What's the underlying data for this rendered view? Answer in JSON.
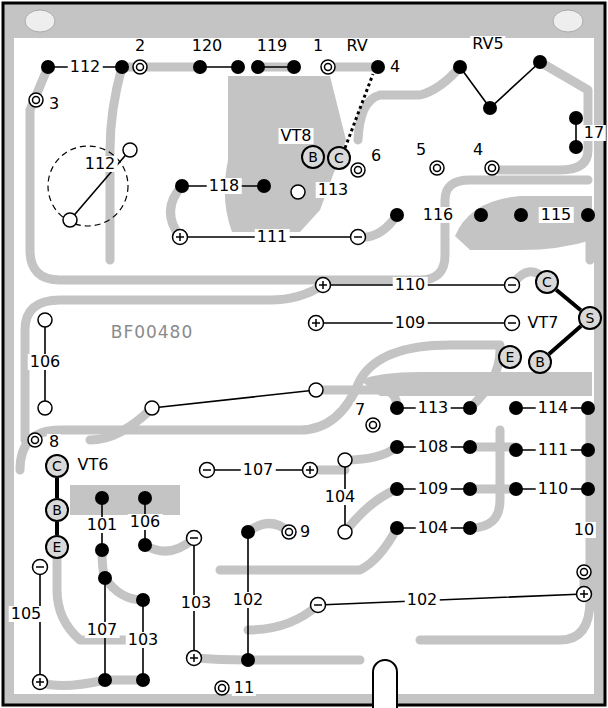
{
  "diagram": {
    "nodes": [
      {
        "text": [
          "B"
        ]
      },
      {
        "text": [
          "C"
        ]
      },
      {
        "text": [
          "C"
        ]
      },
      {
        "text": [
          "S"
        ]
      },
      {
        "text": [
          "E"
        ]
      },
      {
        "text": [
          "B"
        ]
      },
      {
        "text": [
          "C"
        ]
      },
      {
        "text": [
          "B"
        ]
      },
      {
        "text": [
          "E"
        ]
      }
    ],
    "edges": [
      {
        "from": 2,
        "to": 3,
        "arrow": "none"
      },
      {
        "from": 3,
        "to": 5,
        "arrow": "none"
      },
      {
        "from": 6,
        "to": 7,
        "arrow": "none"
      },
      {
        "from": 7,
        "to": 8,
        "arrow": "none"
      }
    ],
    "labels": [
      "112",
      "2",
      "120",
      "119",
      "1",
      "RV",
      "4",
      "RV5",
      "3",
      "112",
      "VT8",
      "6",
      "5",
      "4",
      "17",
      "118",
      "113",
      "116",
      "115",
      "111",
      "110",
      "109",
      "VT7",
      "BF00480",
      "106",
      "7",
      "113",
      "114",
      "8",
      "VT6",
      "108",
      "111",
      "107",
      "109",
      "110",
      "104",
      "101",
      "106",
      "9",
      "104",
      "10",
      "105",
      "103",
      "102",
      "102",
      "107",
      "103",
      "11"
    ]
  }
}
